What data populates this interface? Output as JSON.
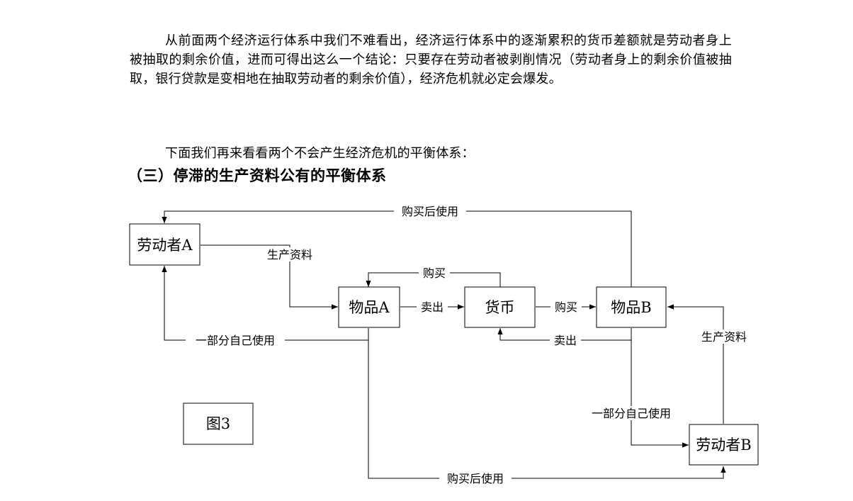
{
  "document": {
    "paragraph1": "从前面两个经济运行体系中我们不难看出，经济运行体系中的逐渐累积的货币差额就是劳动者身上被抽取的剩余价值，进而可得出这么一个结论：只要存在劳动者被剥削情况（劳动者身上的剩余价值被抽取，银行贷款是变相地在抽取劳动者的剩余价值），经济危机就必定会爆发。",
    "paragraph2": "下面我们再来看看两个不会产生经济危机的平衡体系：",
    "section_title": "（三）停滞的生产资料公有的平衡体系"
  },
  "diagram": {
    "nodes": {
      "laborer_a": "劳动者A",
      "goods_a": "物品A",
      "currency": "货币",
      "goods_b": "物品B",
      "laborer_b": "劳动者B",
      "figure": "图3"
    },
    "edges": {
      "buy_then_use_top": "购买后使用",
      "means_of_production_a": "生产资料",
      "buy_loop": "购买",
      "sell_a": "卖出",
      "buy_b": "购买",
      "self_use_a": "一部分自己使用",
      "sell_b": "卖出",
      "means_of_production_b": "生产资料",
      "self_use_b": "一部分自己使用",
      "buy_then_use_bottom": "购买后使用"
    }
  }
}
